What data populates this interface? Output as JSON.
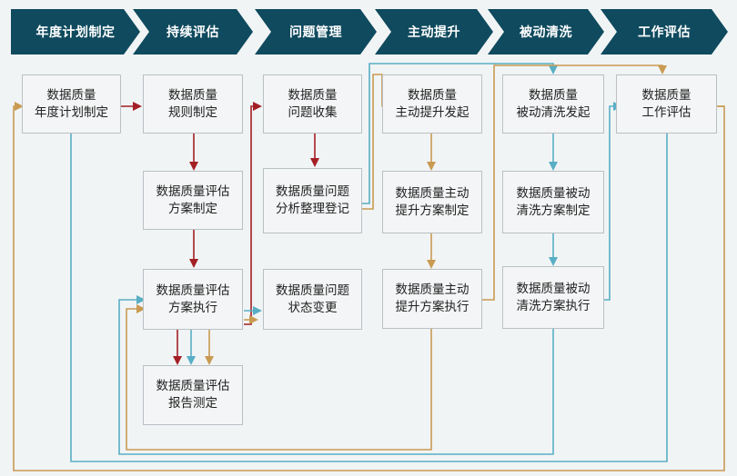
{
  "colors": {
    "stage_fill": "#0f4a5e",
    "arrow_red": "#a31f24",
    "arrow_orange": "#c99a52",
    "arrow_blue": "#58aec5",
    "box_border": "#b9c0c4"
  },
  "stages": [
    {
      "label": "年度计划制定"
    },
    {
      "label": "持续评估"
    },
    {
      "label": "问题管理"
    },
    {
      "label": "主动提升"
    },
    {
      "label": "被动清洗"
    },
    {
      "label": "工作评估"
    }
  ],
  "boxes": {
    "annual_plan": "数据质量\n年度计划制定",
    "rule_setting": "数据质量\n规则制定",
    "eval_plan": "数据质量评估\n方案制定",
    "eval_exec": "数据质量评估\n方案执行",
    "eval_report": "数据质量评估\n报告测定",
    "problem_collect": "数据质量\n问题收集",
    "problem_analysis": "数据质量问题\n分析整理登记",
    "problem_status": "数据质量问题\n状态变更",
    "active_launch": "数据质量\n主动提升发起",
    "active_plan": "数据质量主动\n提升方案制定",
    "active_exec": "数据质量主动\n提升方案执行",
    "passive_launch": "数据质量\n被动清洗发起",
    "passive_plan": "数据质量被动\n清洗方案制定",
    "passive_exec": "数据质量被动\n清洗方案执行",
    "work_eval": "数据质量\n工作评估"
  }
}
